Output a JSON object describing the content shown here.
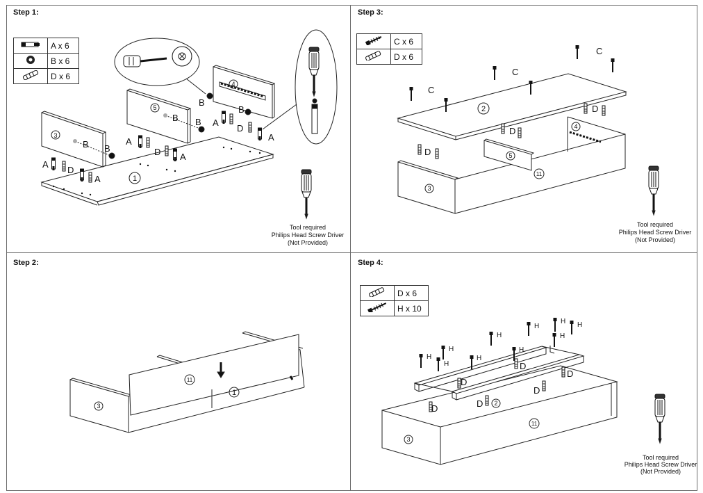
{
  "steps": [
    {
      "title": "Step 1:"
    },
    {
      "title": "Step 2:"
    },
    {
      "title": "Step 3:"
    },
    {
      "title": "Step 4:"
    }
  ],
  "step1": {
    "legend": [
      {
        "icon": "cam-bolt-icon",
        "qty": "A x 6"
      },
      {
        "icon": "cam-lock-icon",
        "qty": "B x 6"
      },
      {
        "icon": "wood-dowel-icon",
        "qty": "D x 6"
      }
    ],
    "labels": {
      "A": "A",
      "B": "B",
      "D": "D"
    },
    "parts": {
      "p1": "1",
      "p3": "3",
      "p4": "4",
      "p5": "5"
    }
  },
  "step2": {
    "parts": {
      "p1": "1",
      "p3": "3",
      "p11": "11"
    }
  },
  "step3": {
    "legend": [
      {
        "icon": "long-screw-icon",
        "qty": "C x 6"
      },
      {
        "icon": "wood-dowel-icon",
        "qty": "D x 6"
      }
    ],
    "labels": {
      "C": "C",
      "D": "D"
    },
    "parts": {
      "p2": "2",
      "p3": "3",
      "p4": "4",
      "p5": "5",
      "p11": "11"
    }
  },
  "step4": {
    "legend": [
      {
        "icon": "wood-dowel-icon",
        "qty": "D x 6"
      },
      {
        "icon": "long-screw-icon",
        "qty": "H x 10"
      }
    ],
    "labels": {
      "D": "D",
      "H": "H"
    },
    "parts": {
      "p2": "2",
      "p3": "3",
      "p11": "11"
    }
  },
  "tool_note": {
    "line1": "Tool required",
    "line2": "Philips Head Screw Driver",
    "line3": "(Not Provided)"
  },
  "colors": {
    "line": "#222222",
    "panel_border": "#6b6b6b",
    "hardware": "#111111"
  }
}
